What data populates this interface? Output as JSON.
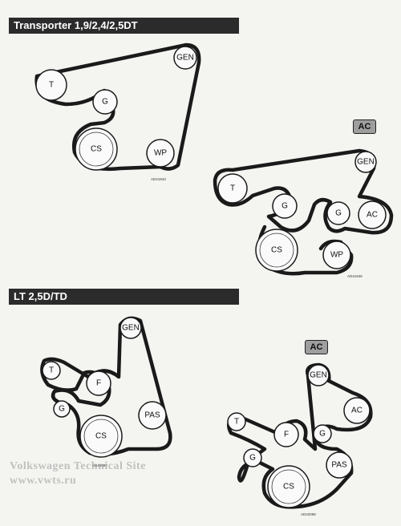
{
  "sections": [
    {
      "title": "Transporter 1,9/2,4/2,5DT"
    },
    {
      "title": "LT 2,5D/TD"
    }
  ],
  "ac_badge": "AC",
  "diagram_codes": [
    "AD41943",
    "AD41946",
    "AD42097",
    "AD42098"
  ],
  "pulleys": {
    "d1": {
      "T": "T",
      "G": "G",
      "GEN": "GEN",
      "CS": "CS",
      "WP": "WP"
    },
    "d2": {
      "T": "T",
      "G1": "G",
      "GEN": "GEN",
      "G2": "G",
      "AC": "AC",
      "CS": "CS",
      "WP": "WP"
    },
    "d3": {
      "GEN": "GEN",
      "T": "T",
      "F": "F",
      "G": "G",
      "CS": "CS",
      "PAS": "PAS"
    },
    "d4": {
      "GEN": "GEN",
      "AC": "AC",
      "T": "T",
      "F": "F",
      "G1": "G",
      "G2": "G",
      "PAS": "PAS",
      "CS": "CS"
    }
  },
  "watermark": {
    "line1": "Volkswagen Technical Site",
    "line2": "www.vwts.ru"
  }
}
